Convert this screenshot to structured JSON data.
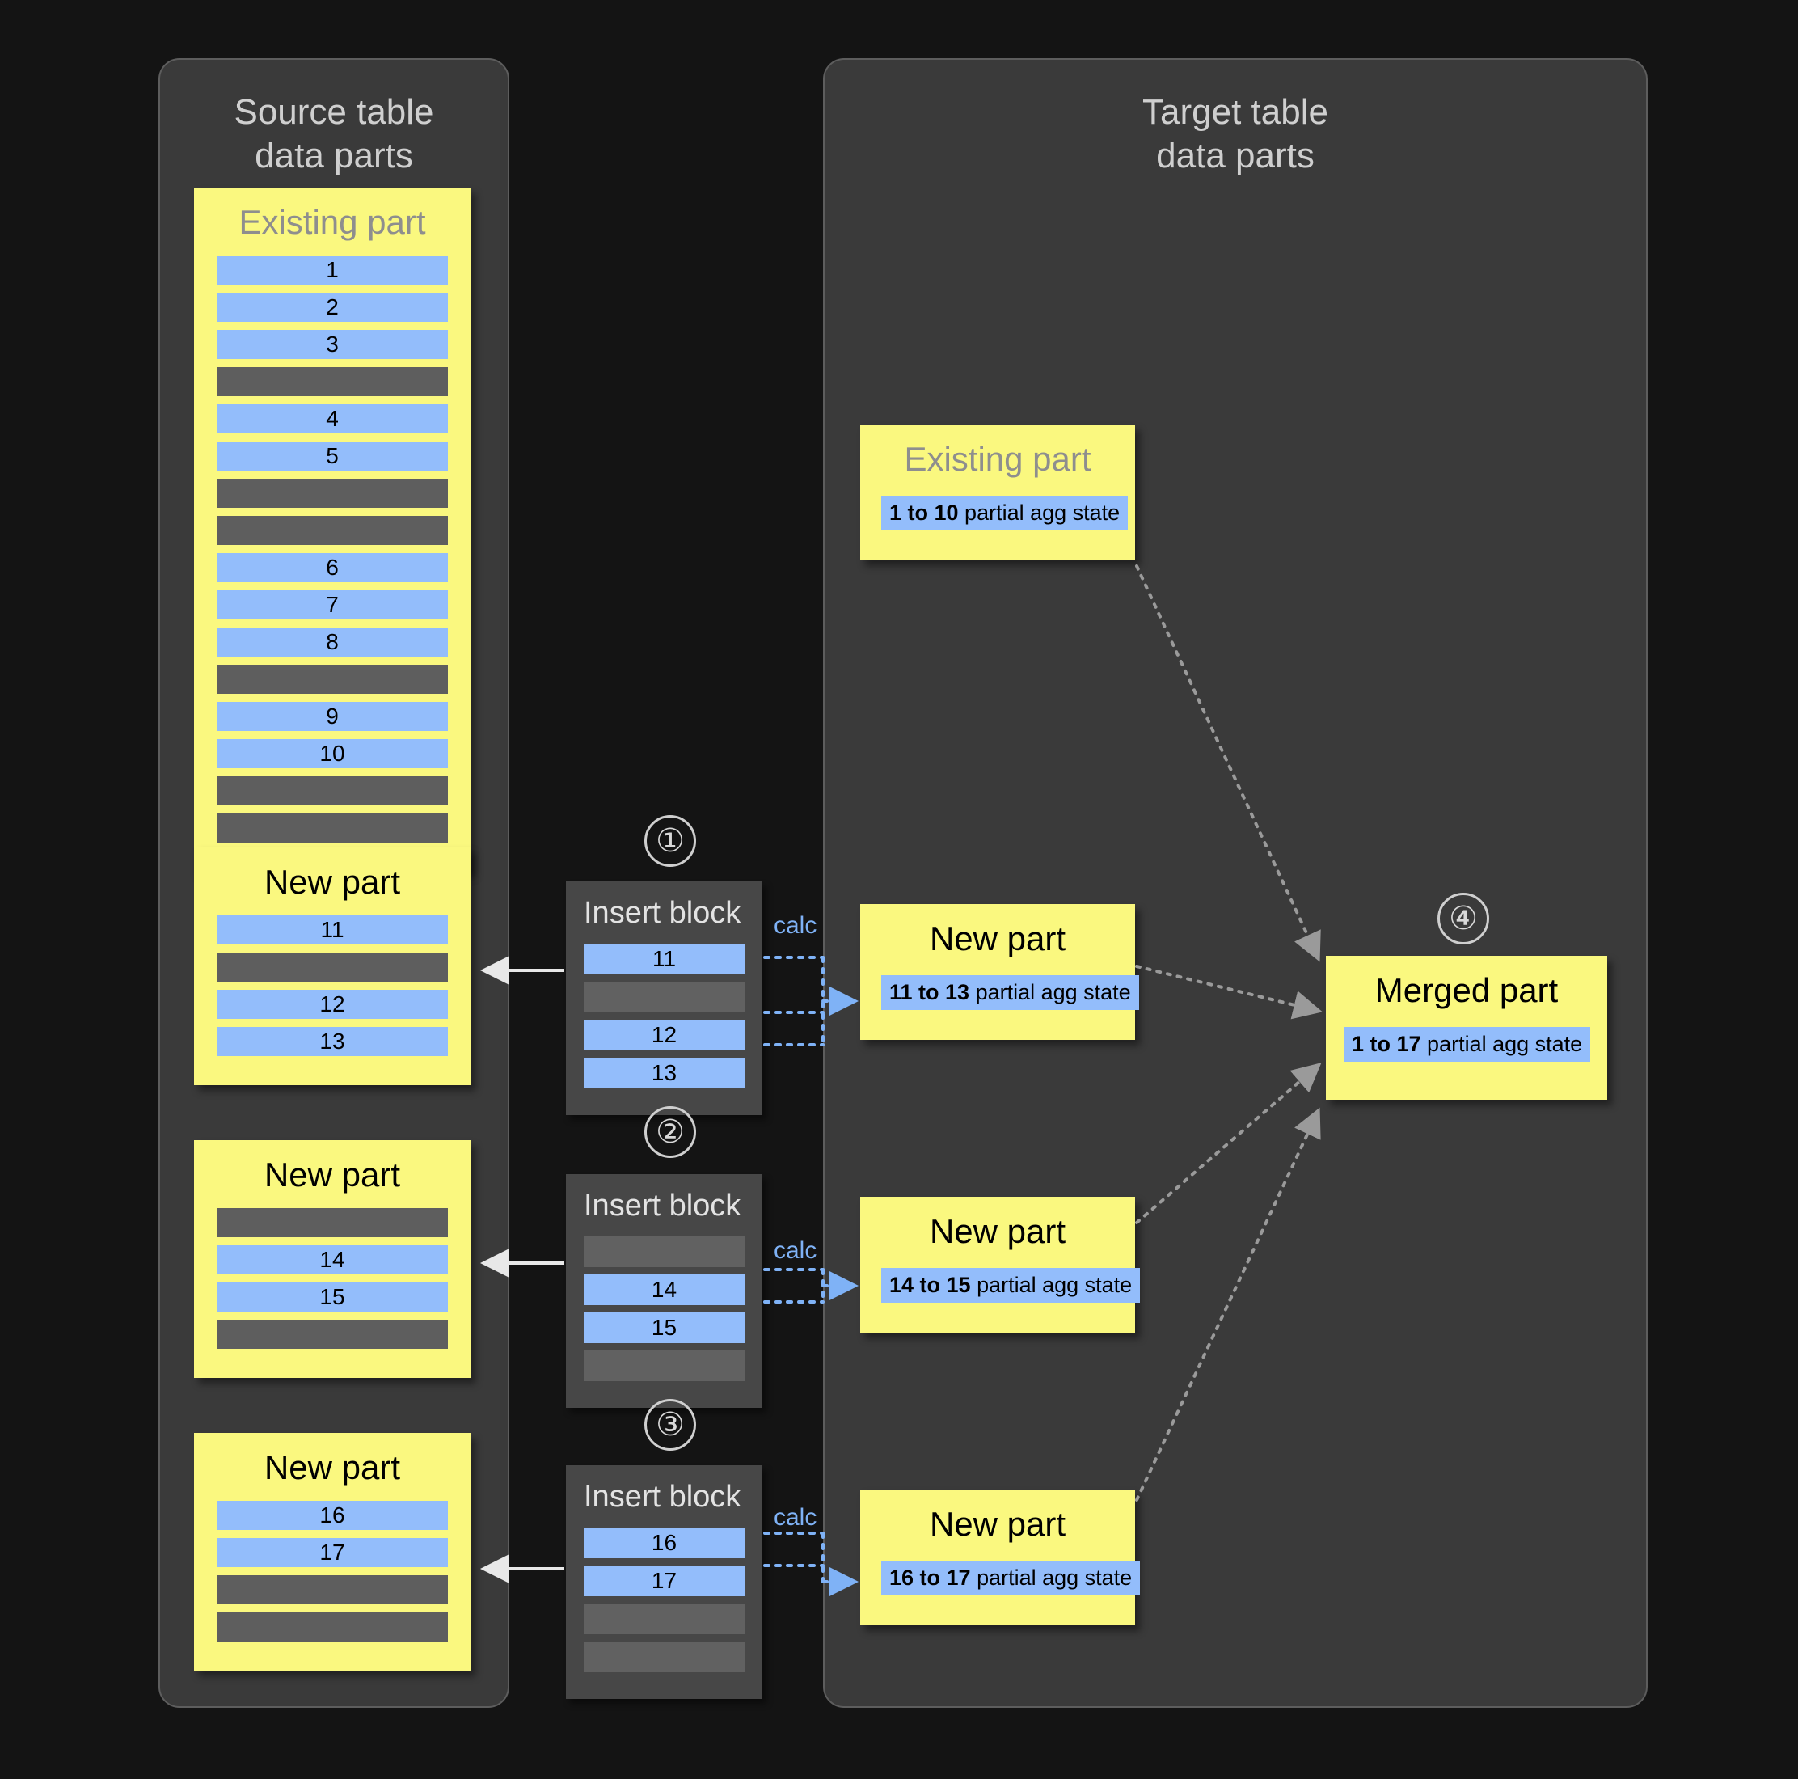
{
  "source_panel": {
    "title": "Source table\ndata parts",
    "parts": [
      {
        "name": "existing-part",
        "title": "Existing part",
        "title_style": "muted",
        "rows": [
          "1",
          "2",
          "3",
          "",
          "4",
          "5",
          "",
          "",
          "6",
          "7",
          "8",
          "",
          "9",
          "10",
          "",
          ""
        ]
      },
      {
        "name": "new-part-1",
        "title": "New part",
        "title_style": "solid",
        "rows": [
          "11",
          "",
          "12",
          "13"
        ]
      },
      {
        "name": "new-part-2",
        "title": "New part",
        "title_style": "solid",
        "rows": [
          "",
          "14",
          "15",
          ""
        ]
      },
      {
        "name": "new-part-3",
        "title": "New part",
        "title_style": "solid",
        "rows": [
          "16",
          "17",
          "",
          ""
        ]
      }
    ]
  },
  "insert_blocks": [
    {
      "step": "①",
      "title": "Insert block",
      "calc_label": "calc",
      "rows": [
        "11",
        "",
        "12",
        "13"
      ]
    },
    {
      "step": "②",
      "title": "Insert block",
      "calc_label": "calc",
      "rows": [
        "",
        "14",
        "15",
        ""
      ]
    },
    {
      "step": "③",
      "title": "Insert block",
      "calc_label": "calc",
      "rows": [
        "16",
        "17",
        "",
        ""
      ]
    }
  ],
  "target_panel": {
    "title": "Target table\ndata parts",
    "parts": [
      {
        "name": "target-existing-part",
        "title": "Existing part",
        "title_style": "muted",
        "agg_range": "1 to 10",
        "agg_suffix": " partial agg state"
      },
      {
        "name": "target-new-part-1",
        "title": "New part",
        "title_style": "solid",
        "agg_range": "11 to 13",
        "agg_suffix": " partial agg state"
      },
      {
        "name": "target-new-part-2",
        "title": "New part",
        "title_style": "solid",
        "agg_range": "14 to 15",
        "agg_suffix": " partial agg state"
      },
      {
        "name": "target-new-part-3",
        "title": "New part",
        "title_style": "solid",
        "agg_range": "16 to 17",
        "agg_suffix": " partial agg state"
      }
    ],
    "merged": {
      "step": "④",
      "title": "Merged part",
      "title_style": "solid",
      "agg_range": "1 to 17",
      "agg_suffix": " partial agg state"
    }
  },
  "colors": {
    "background": "#141414",
    "panel": "#3a3a3a",
    "part_yellow": "#faf87f",
    "row_blue": "#93bdfb",
    "row_empty": "#5e5e5e",
    "calc_blue": "#7fb2f6",
    "arrow_gray": "#9a9a9a",
    "insert_block": "#474747"
  }
}
